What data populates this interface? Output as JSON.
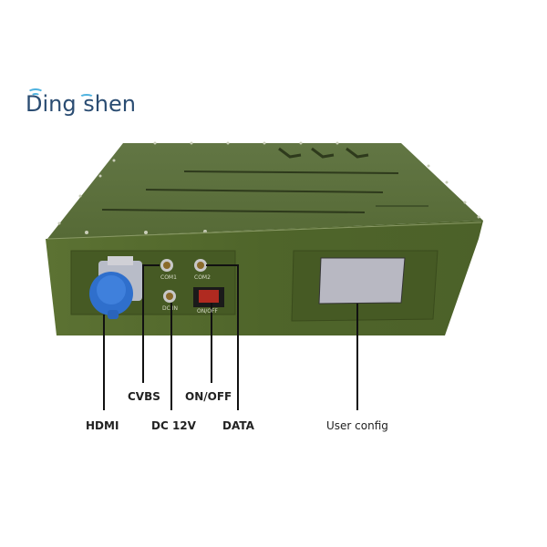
{
  "brand": {
    "name_part1": "Ding",
    "name_part2": "shen",
    "color": "#2a4c72",
    "wifi_color": "#4fb3e0"
  },
  "device": {
    "body_color": "#5a6e34",
    "top_color": "#56693a",
    "front_color": "#52662e",
    "connector_color": "#2f6fcc",
    "screen_color": "#b8b8c2",
    "switch_color": "#b02a20",
    "panel_labels": {
      "com1": "COM1",
      "com2": "COM2",
      "dcin": "DC IN",
      "onoff": "ON/OFF"
    }
  },
  "callouts": [
    {
      "id": "hdmi",
      "label": "HDMI"
    },
    {
      "id": "cvbs",
      "label": "CVBS"
    },
    {
      "id": "dc12v",
      "label": "DC 12V"
    },
    {
      "id": "onoff",
      "label": "ON/OFF"
    },
    {
      "id": "data",
      "label": "DATA"
    },
    {
      "id": "userconfig",
      "label": "User config"
    }
  ]
}
